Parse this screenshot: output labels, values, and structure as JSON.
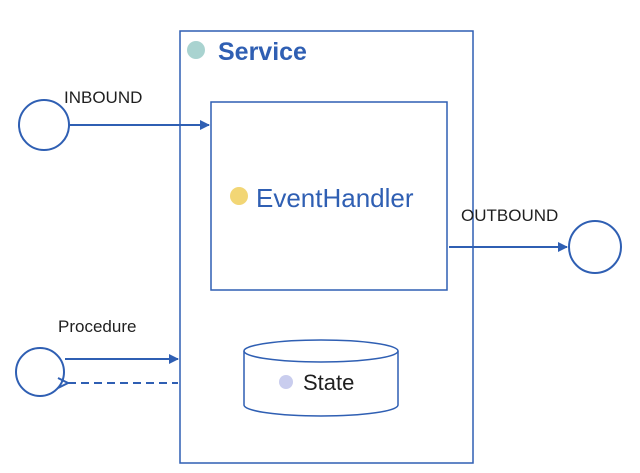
{
  "service": {
    "title": "Service",
    "dot_color": "#a9d3d0"
  },
  "event_handler": {
    "title": "EventHandler",
    "dot_color": "#f2d675"
  },
  "state": {
    "title": "State",
    "dot_color": "#c9cdee"
  },
  "ports": {
    "inbound": "INBOUND",
    "outbound": "OUTBOUND",
    "procedure": "Procedure"
  },
  "colors": {
    "line": "#2f5fb3",
    "title_text": "#2f5fb3",
    "label_text": "#1f1f1f"
  }
}
